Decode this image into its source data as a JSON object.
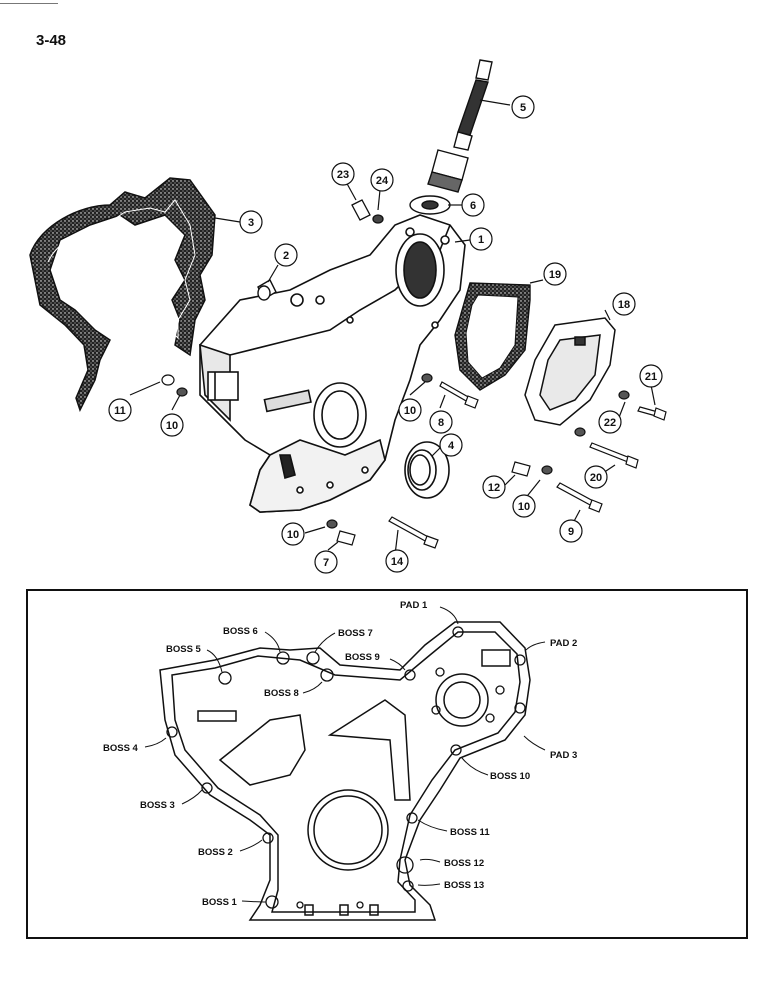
{
  "page_number": "3-48",
  "callouts": [
    "1",
    "2",
    "3",
    "4",
    "5",
    "6",
    "7",
    "8",
    "9",
    "10",
    "10",
    "10",
    "10",
    "11",
    "12",
    "14",
    "18",
    "19",
    "20",
    "21",
    "22",
    "23",
    "24"
  ],
  "detail_labels": [
    "PAD 1",
    "PAD 2",
    "PAD 3",
    "BOSS 1",
    "BOSS 2",
    "BOSS 3",
    "BOSS 4",
    "BOSS 5",
    "BOSS 6",
    "BOSS 7",
    "BOSS 8",
    "BOSS 9",
    "BOSS 10",
    "BOSS 11",
    "BOSS 12",
    "BOSS 13"
  ]
}
